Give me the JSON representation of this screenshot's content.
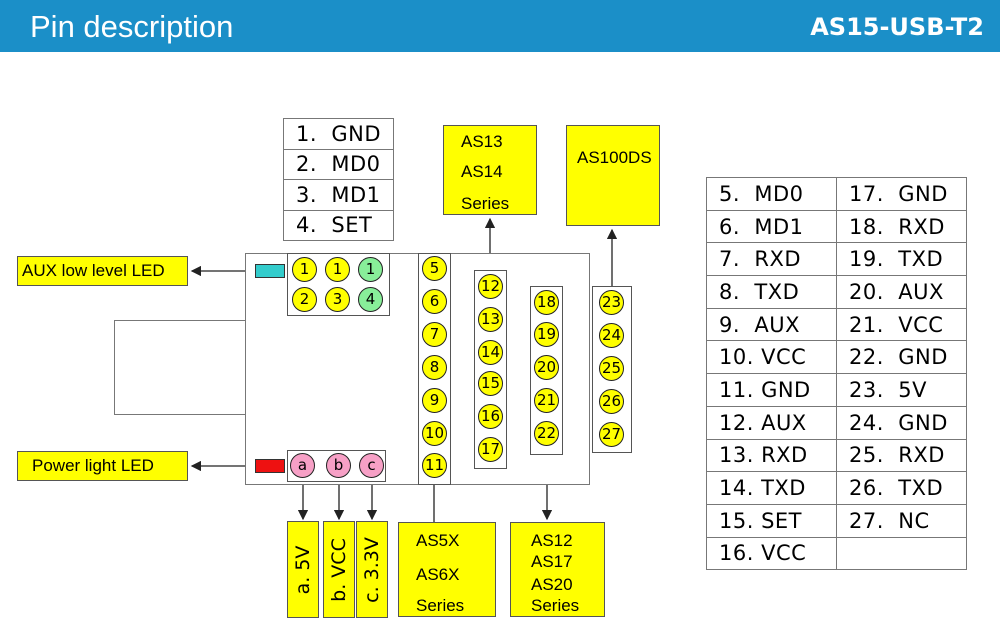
{
  "header": {
    "title": "Pin description",
    "model": "AS15-USB-T2"
  },
  "mode_pins": [
    "1.  GND",
    "2.  MD0",
    "3.  MD1",
    "4.  SET"
  ],
  "labels": {
    "aux_led": "AUX low level LED",
    "power_led": "Power light LED",
    "as13": [
      "AS13",
      "AS14",
      "Series"
    ],
    "as100": "AS100DS",
    "as5": [
      "AS5X",
      "AS6X",
      "Series"
    ],
    "as12": [
      "AS12",
      "AS17",
      "AS20",
      "Series"
    ],
    "power_pins": [
      "a.  5V",
      "b.  VCC",
      "c.  3.3V"
    ]
  },
  "board": {
    "top_row": [
      "1",
      "1",
      "1"
    ],
    "bottom_row": [
      "2",
      "3",
      "4"
    ],
    "power_row": [
      "a",
      "b",
      "c"
    ],
    "col_5_11": [
      "5",
      "6",
      "7",
      "8",
      "9",
      "10",
      "11"
    ],
    "col_12_17": [
      "12",
      "13",
      "14",
      "15",
      "16",
      "17"
    ],
    "col_18_22": [
      "18",
      "19",
      "20",
      "21",
      "22"
    ],
    "col_23_27": [
      "23",
      "24",
      "25",
      "26",
      "27"
    ]
  },
  "pin_table": {
    "left": [
      "5.  MD0",
      "6.  MD1",
      "7.  RXD",
      "8.  TXD",
      "9.  AUX",
      "10. VCC",
      "11. GND",
      "12. AUX",
      "13. RXD",
      "14. TXD",
      "15. SET",
      "16. VCC"
    ],
    "right": [
      "17.  GND",
      "18.  RXD",
      "19.  TXD",
      "20.  AUX",
      "21.  VCC",
      "22.  GND",
      "23.  5V",
      "24.  GND",
      "25.  RXD",
      "26.  TXD",
      "27.  NC",
      ""
    ]
  },
  "colors": {
    "header": "#1b8fc8",
    "pin": "#ffff00",
    "pin_green": "#88ee99",
    "pin_pink": "#f7a0c6",
    "aux_led": "#33cccc",
    "power_led": "#ee1111"
  }
}
